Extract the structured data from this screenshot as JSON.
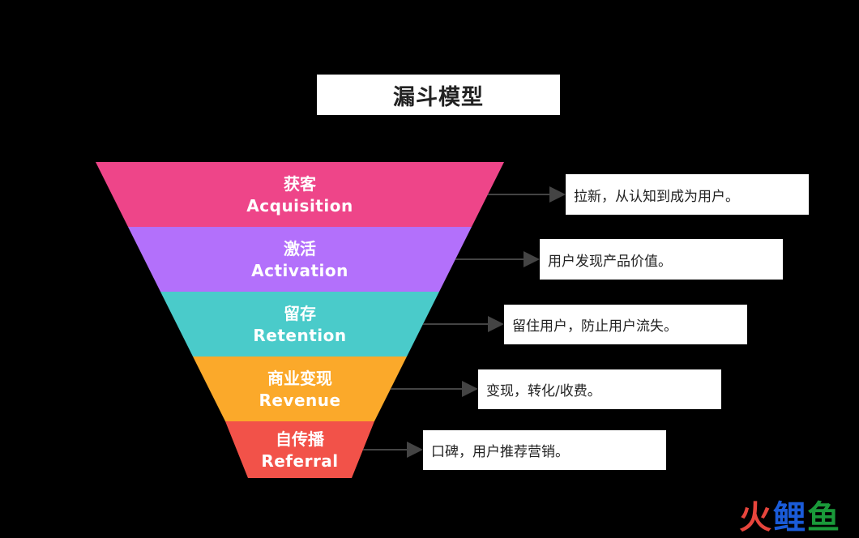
{
  "title": "漏斗模型",
  "colors": {
    "stage1": "#ee4589",
    "stage2": "#b370fb",
    "stage3": "#4acbca",
    "stage4": "#fba92a",
    "stage5": "#f25249",
    "arrow": "#444444"
  },
  "stages": [
    {
      "cn": "获客",
      "en": "Acquisition",
      "desc": "拉新，从认知到成为用户。"
    },
    {
      "cn": "激活",
      "en": "Activation",
      "desc": "用户发现产品价值。"
    },
    {
      "cn": "留存",
      "en": "Retention",
      "desc": "留住用户，防止用户流失。"
    },
    {
      "cn": "商业变现",
      "en": "Revenue",
      "desc": "变现，转化/收费。"
    },
    {
      "cn": "自传播",
      "en": "Referral",
      "desc": "口碑，用户推荐营销。"
    }
  ],
  "logo": {
    "part1": "火",
    "part2": "鲤",
    "part3": "鱼"
  }
}
